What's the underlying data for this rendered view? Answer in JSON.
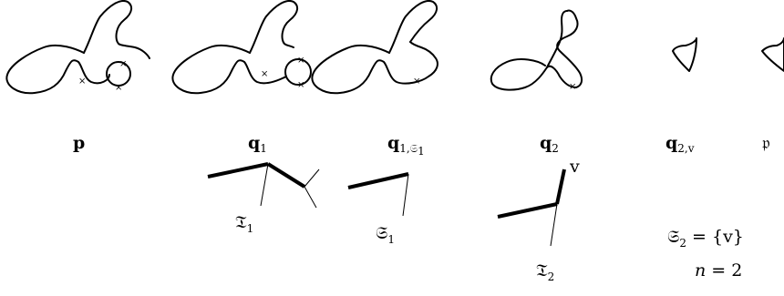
{
  "labels": {
    "p": "p",
    "q1": "q",
    "q1_sub": "1",
    "q1S1": "q",
    "q1S1_sub": "1,𝔖",
    "q1S1_subsub": "1",
    "q2": "q",
    "q2_sub": "2",
    "q2v": "q",
    "q2v_sub": "2,v",
    "frak_p": "𝔭",
    "T1": "𝔗",
    "T1_sub": "1",
    "S1": "𝔖",
    "S1_sub": "1",
    "v": "v",
    "T2": "𝔗",
    "T2_sub": "2",
    "S2_eq_lhs": "𝔖",
    "S2_eq_sub": "2",
    "S2_eq_rhs": " = {v}",
    "n_var": "n",
    "n_eq": " = 2"
  },
  "marker_symbol": "×"
}
